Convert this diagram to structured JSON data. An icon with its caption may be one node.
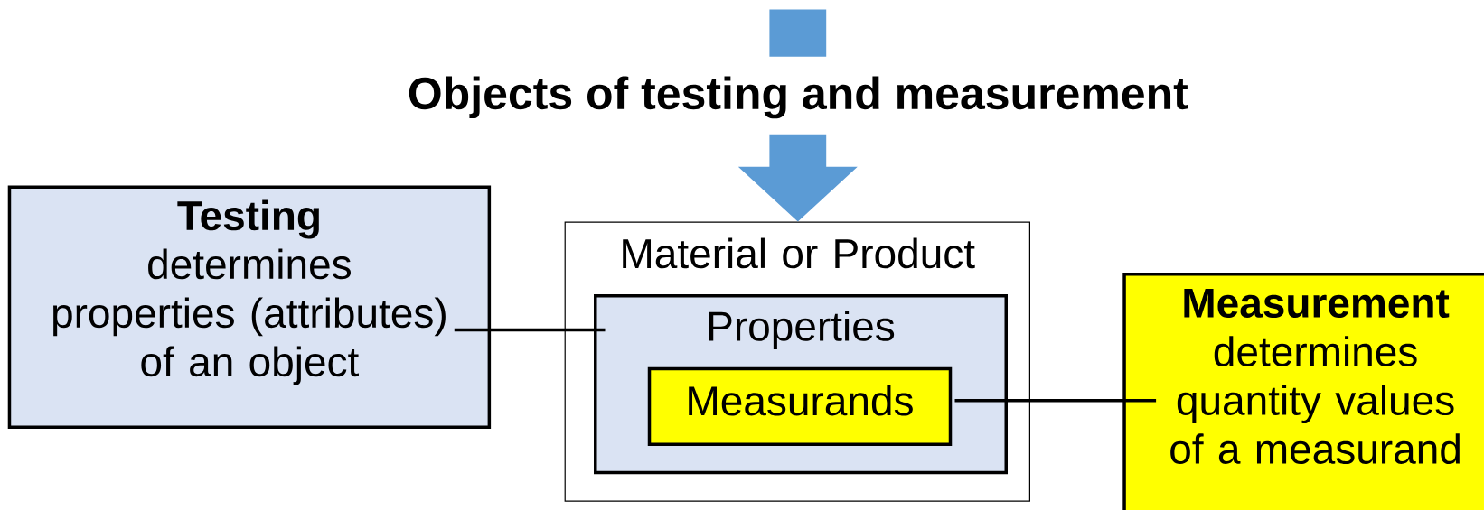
{
  "diagram": {
    "title": "Objects of testing and measurement",
    "nodes": [
      {
        "text": [
          "Testing",
          "determines properties (attributes) of an object"
        ]
      },
      {
        "text": [
          "Material or Product"
        ]
      },
      {
        "text": [
          "Properties"
        ],
        "in": 1
      },
      {
        "text": [
          "Measurands"
        ],
        "in": 2
      },
      {
        "text": [
          "Measurement",
          "determines quantity values of a measurand"
        ]
      }
    ],
    "edges": [
      {
        "from": null,
        "to": 1,
        "arrow": "to",
        "style": "thick",
        "color": "#5b9bd5"
      },
      {
        "from": 0,
        "to": 2,
        "arrow": "none"
      },
      {
        "from": 3,
        "to": 4,
        "arrow": "none"
      }
    ]
  }
}
